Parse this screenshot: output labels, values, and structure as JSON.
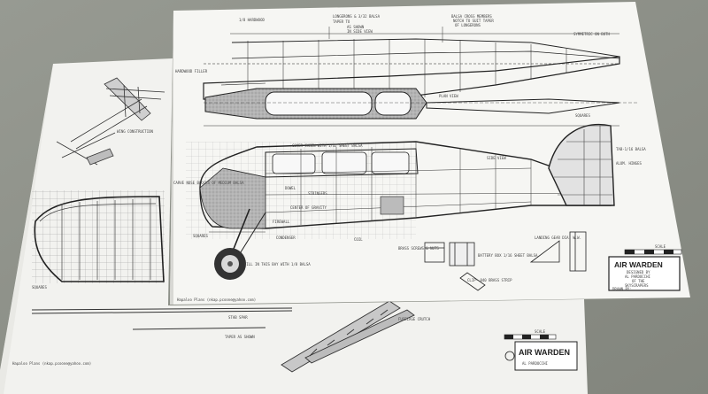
{
  "photo": {
    "subject": "Model airplane plan sheets on a table",
    "front_sheet": {
      "title": "AIR WARDEN",
      "designed_by": "DESIGNED BY",
      "designer": "AL PARDOCCHI",
      "org_line": "OF THE",
      "org": "SKYSCRAPERS",
      "drawn_by": "DRAWN BY:",
      "scale_label": "SCALE",
      "footer": "Hapaloo Plans (nkap.pcoone@yahoo.com)",
      "labels": {
        "hardwood": "1/8 HARDWOOD",
        "longerons": "LONGERONS & 3/32 BALSA",
        "taper": "TAPER TO",
        "as_shown": "AS SHOWN",
        "side_view": "IN SIDE VIEW",
        "balsa_cross": "BALSA CROSS MEMBERS",
        "notch": "NOTCH TO SUIT TAPER",
        "longerons2": "OF LONGERONS",
        "symmetric": "SYMMETRIC ON BOTH",
        "hardwood_filler": "HARDWOOD FILLER",
        "cover_cabin": "COVER CABIN WITH 1/32 SHEET BALSA",
        "dowel": "DOWEL",
        "stringers": "STRINGERS",
        "center_gravity": "CENTER OF GRAVITY",
        "firewall": "FIREWALL",
        "condenser": "CONDENSER",
        "coil": "COIL",
        "carve": "CARVE NOSE BLOCKS OF MEDIUM BALSA",
        "squares": "SQUARES",
        "fill_bay": "FILL IN THIS BAY WITH 1/8 BALSA",
        "brass_screws": "BRASS SCREWS & NUTS",
        "battery_box": "BATTERY BOX 1/16 SHEET BALSA",
        "clip_brass": "CLIP-.040 BRASS STRIP",
        "landing_gear": "LANDING GEAR DIA. W.W.",
        "tab": "TAB-1/16 BALSA",
        "plan_view": "PLAN VIEW",
        "side": "SIDE VIEW",
        "aluminum": "ALUM. HINGES",
        "squares2": "SQUARES"
      }
    },
    "back_sheet": {
      "title": "AIR WARDEN",
      "designer": "AL PARDOCCHI",
      "scale_label": "SCALE",
      "footer": "Hapaloo Plans (nkap.pcoone@yahoo.com)",
      "labels": {
        "wing_construction": "WING CONSTRUCTION",
        "stab_spar": "STAB SPAR",
        "taper_shown": "TAPER AS SHOWN",
        "fuselage_crutch": "FUSELAGE CRUTCH",
        "squares": "SQUARES"
      }
    },
    "colors": {
      "table": "#8d9088",
      "paper": "#f4f4f2",
      "ink": "#2a2a2a",
      "balsa": "#a9a9a9"
    }
  }
}
